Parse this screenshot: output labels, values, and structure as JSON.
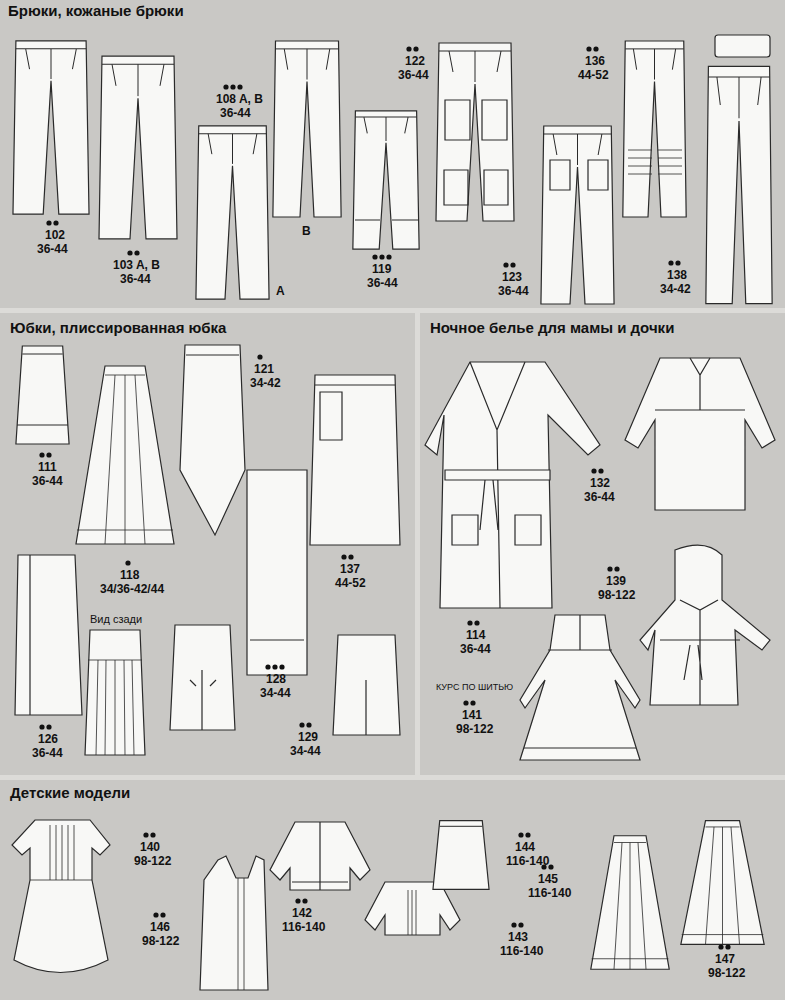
{
  "diagram": {
    "nodes": [
      {
        "text": [
          "Брюки, кожаные брюки"
        ]
      },
      {
        "text": [
          "Юбки, плиссированная юбка"
        ]
      },
      {
        "text": [
          "Ночное белье для мамы и дочки"
        ]
      },
      {
        "text": [
          "Детские модели"
        ]
      }
    ],
    "labels": [
      "102",
      "36-44",
      "103 A, B",
      "36-44",
      "108 A, B",
      "36-44",
      "B",
      "A",
      "119",
      "36-44",
      "122",
      "36-44",
      "123",
      "36-44",
      "136",
      "44-52",
      "138",
      "34-42",
      "111",
      "36-44",
      "118",
      "34/36-42/44",
      "121",
      "34-42",
      "137",
      "44-52",
      "126",
      "36-44",
      "Вид сзади",
      "128",
      "34-44",
      "129",
      "34-44",
      "132",
      "36-44",
      "114",
      "36-44",
      "139",
      "98-122",
      "КУРС ПО ШИТЬЮ",
      "141",
      "98-122",
      "140",
      "98-122",
      "146",
      "98-122",
      "142",
      "116-140",
      "144",
      "116-140",
      "145",
      "116-140",
      "143",
      "116-140",
      "147",
      "98-122"
    ]
  }
}
